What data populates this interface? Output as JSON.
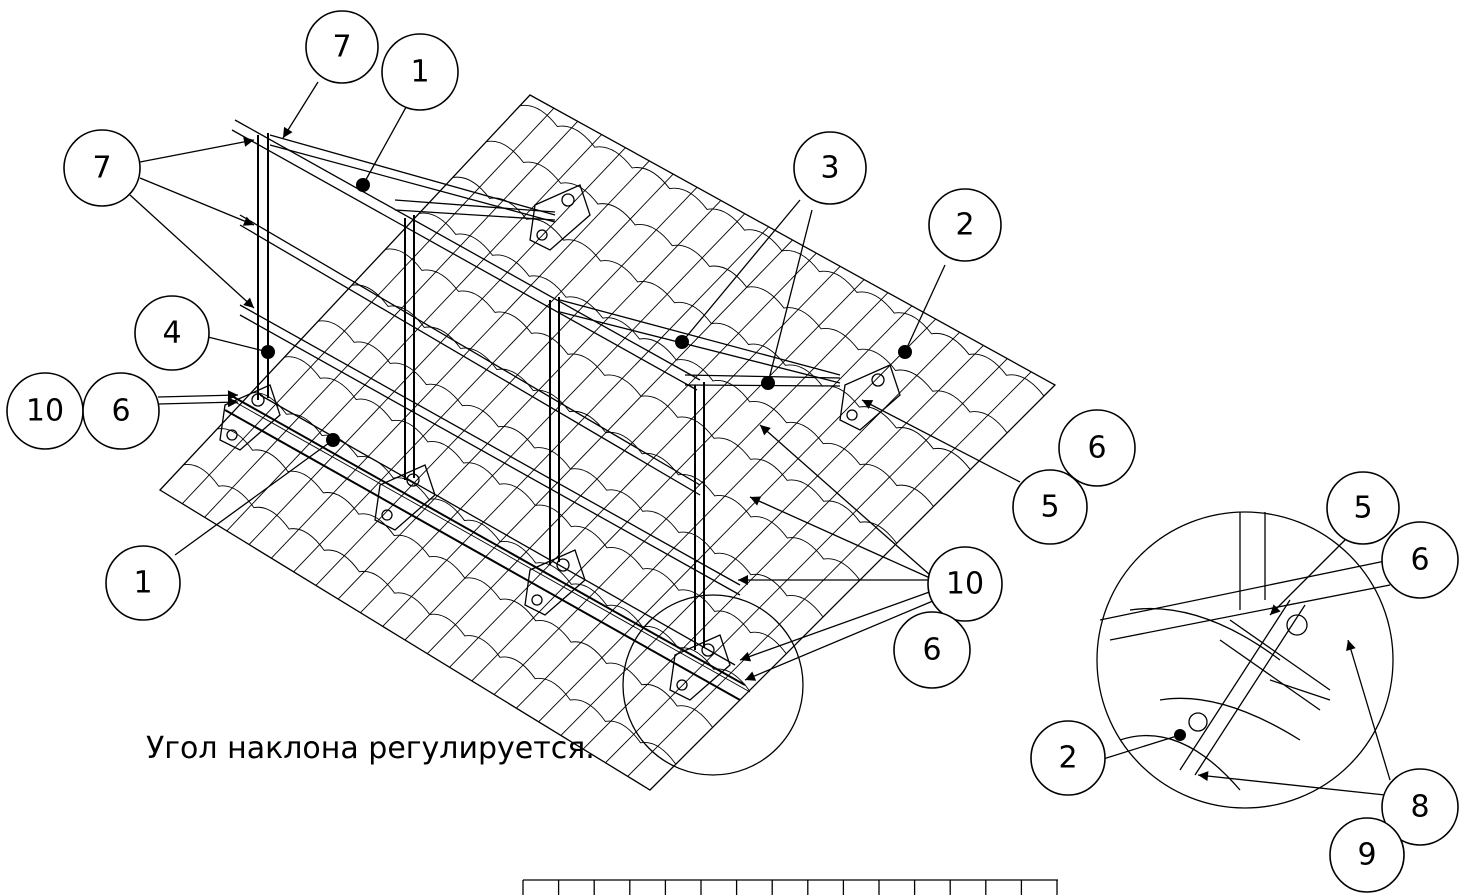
{
  "caption": "Угол наклона регулируется.",
  "callouts": [
    {
      "id": "c7a",
      "label": "7"
    },
    {
      "id": "c1a",
      "label": "1"
    },
    {
      "id": "c7b",
      "label": "7"
    },
    {
      "id": "c3",
      "label": "3"
    },
    {
      "id": "c2a",
      "label": "2"
    },
    {
      "id": "c4",
      "label": "4"
    },
    {
      "id": "c10a",
      "label": "10"
    },
    {
      "id": "c6a",
      "label": "6"
    },
    {
      "id": "c6b",
      "label": "6"
    },
    {
      "id": "c5a",
      "label": "5"
    },
    {
      "id": "c1b",
      "label": "1"
    },
    {
      "id": "c10b",
      "label": "10"
    },
    {
      "id": "c6c",
      "label": "6"
    },
    {
      "id": "c5b",
      "label": "5"
    },
    {
      "id": "c6d",
      "label": "6"
    },
    {
      "id": "c2b",
      "label": "2"
    },
    {
      "id": "c8",
      "label": "8"
    },
    {
      "id": "c9",
      "label": "9"
    }
  ]
}
